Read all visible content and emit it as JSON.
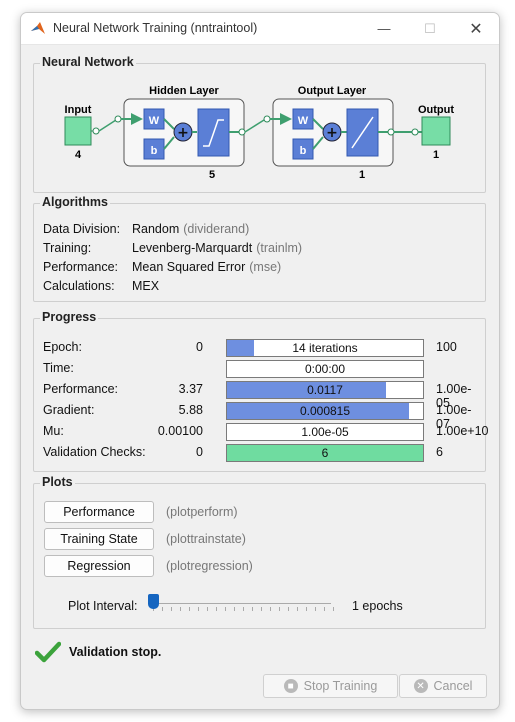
{
  "window": {
    "title": "Neural Network Training (nntraintool)",
    "min_glyph": "—",
    "max_glyph": "☐",
    "close_glyph": "✕"
  },
  "network": {
    "title": "Neural Network",
    "input_label": "Input",
    "input_size": "4",
    "hidden_label": "Hidden Layer",
    "hidden_size": "5",
    "output_layer_label": "Output Layer",
    "output_layer_size": "1",
    "output_label": "Output",
    "output_size": "1",
    "w": "W",
    "b": "b"
  },
  "algorithms": {
    "title": "Algorithms",
    "rows": [
      {
        "label": "Data Division:",
        "value": "Random",
        "fn": "(dividerand)"
      },
      {
        "label": "Training:",
        "value": "Levenberg-Marquardt",
        "fn": "(trainlm)"
      },
      {
        "label": "Performance:",
        "value": "Mean Squared Error",
        "fn": "(mse)"
      },
      {
        "label": "Calculations:",
        "value": "MEX",
        "fn": ""
      }
    ]
  },
  "progress": {
    "title": "Progress",
    "rows": [
      {
        "label": "Epoch:",
        "start": "0",
        "bar_text": "14 iterations",
        "end": "100",
        "fill": 0.14,
        "color": "#6e8fe0"
      },
      {
        "label": "Time:",
        "start": "",
        "bar_text": "0:00:00",
        "end": "",
        "fill": 0,
        "color": "#6e8fe0"
      },
      {
        "label": "Performance:",
        "start": "3.37",
        "bar_text": "0.0117",
        "end": "1.00e-05",
        "fill": 0.81,
        "color": "#6e8fe0"
      },
      {
        "label": "Gradient:",
        "start": "5.88",
        "bar_text": "0.000815",
        "end": "1.00e-07",
        "fill": 0.93,
        "color": "#6e8fe0"
      },
      {
        "label": "Mu:",
        "start": "0.00100",
        "bar_text": "1.00e-05",
        "end": "1.00e+10",
        "fill": 0,
        "color": "#6e8fe0"
      },
      {
        "label": "Validation Checks:",
        "start": "0",
        "bar_text": "6",
        "end": "6",
        "fill": 1.0,
        "color": "#6fdca0"
      }
    ]
  },
  "plots": {
    "title": "Plots",
    "buttons": [
      {
        "label": "Performance",
        "fn": "(plotperform)"
      },
      {
        "label": "Training State",
        "fn": "(plottrainstate)"
      },
      {
        "label": "Regression",
        "fn": "(plotregression)"
      }
    ],
    "interval_label": "Plot Interval:",
    "interval_value": "1 epochs"
  },
  "status": {
    "text": "Validation stop.",
    "icon": "check-icon",
    "color": "#3ca33c"
  },
  "buttons": {
    "stop": "Stop Training",
    "cancel": "Cancel"
  }
}
